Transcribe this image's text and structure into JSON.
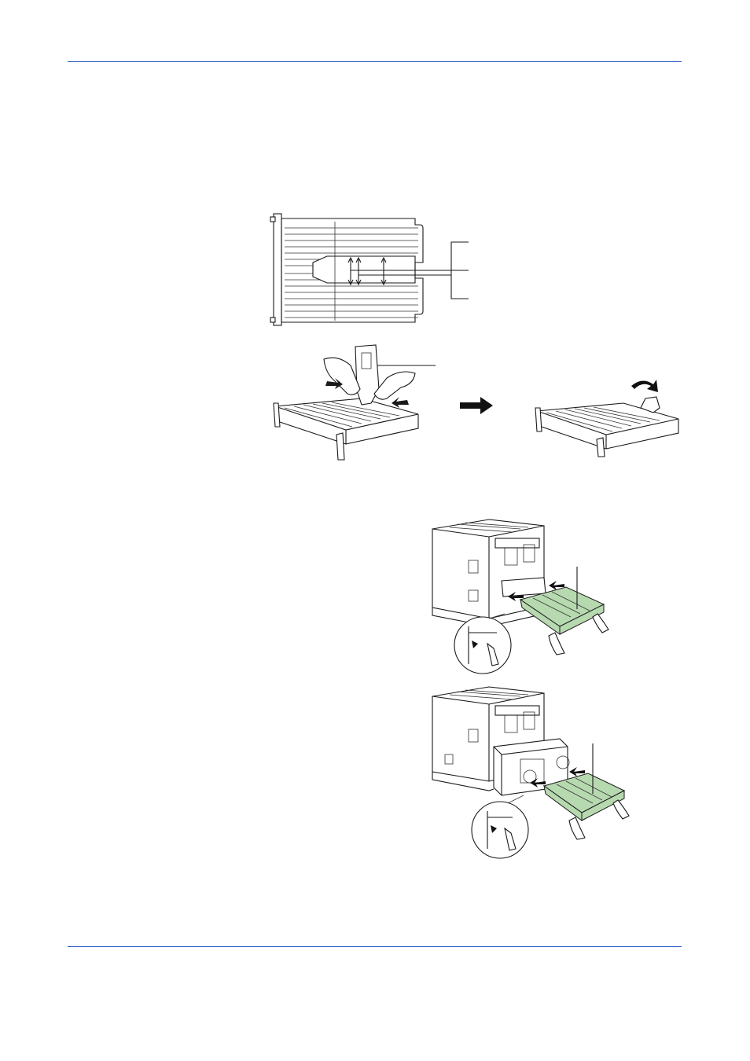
{
  "page": {
    "rule_color": "#2b5cc4",
    "tray_color": "#b7d9b0"
  },
  "figures": {
    "tray_top": {
      "icon": "paper-tray-guide-diagram"
    },
    "tray_stopper": {
      "icon": "tray-stopper-hands-diagram"
    },
    "flow_arrow": {
      "icon": "right-arrow-icon"
    },
    "tray_raised": {
      "icon": "tray-stopper-raised-diagram"
    },
    "printer_attach": {
      "icon": "printer-tray-attach-diagram"
    },
    "duplexer_attach": {
      "icon": "duplexer-tray-attach-diagram"
    }
  }
}
